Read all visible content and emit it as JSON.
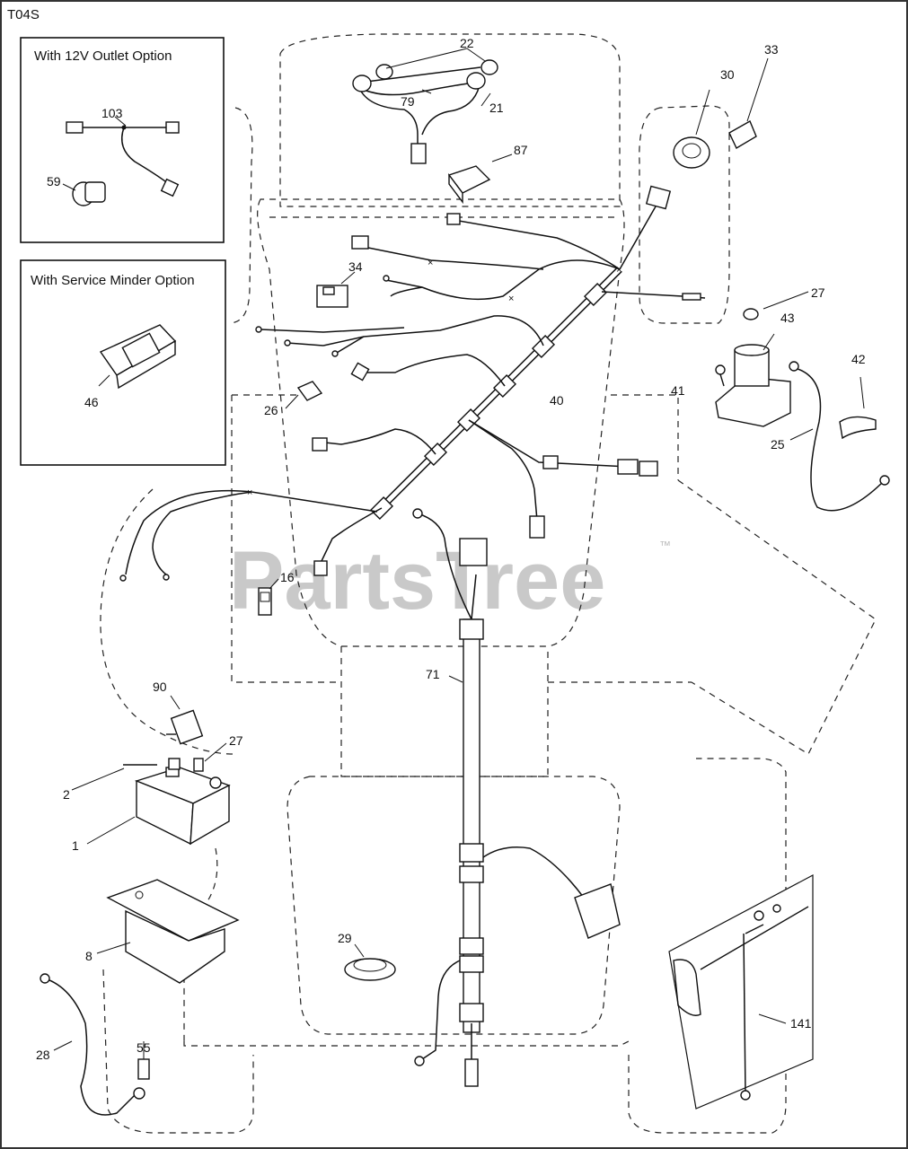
{
  "diagram_id": "T04S",
  "watermark": "PartsTree",
  "watermark_tm": "™",
  "options": {
    "outlet_12v": "With 12V Outlet Option",
    "service_minder": "With Service Minder Option"
  },
  "callouts": {
    "c1": "1",
    "c2": "2",
    "c8": "8",
    "c16": "16",
    "c21": "21",
    "c22": "22",
    "c25": "25",
    "c26": "26",
    "c27a": "27",
    "c27b": "27",
    "c28": "28",
    "c29": "29",
    "c30": "30",
    "c33": "33",
    "c34": "34",
    "c40": "40",
    "c41": "41",
    "c42": "42",
    "c43": "43",
    "c46": "46",
    "c55": "55",
    "c59": "59",
    "c71": "71",
    "c79": "79",
    "c87": "87",
    "c90": "90",
    "c103": "103",
    "c141": "141"
  }
}
